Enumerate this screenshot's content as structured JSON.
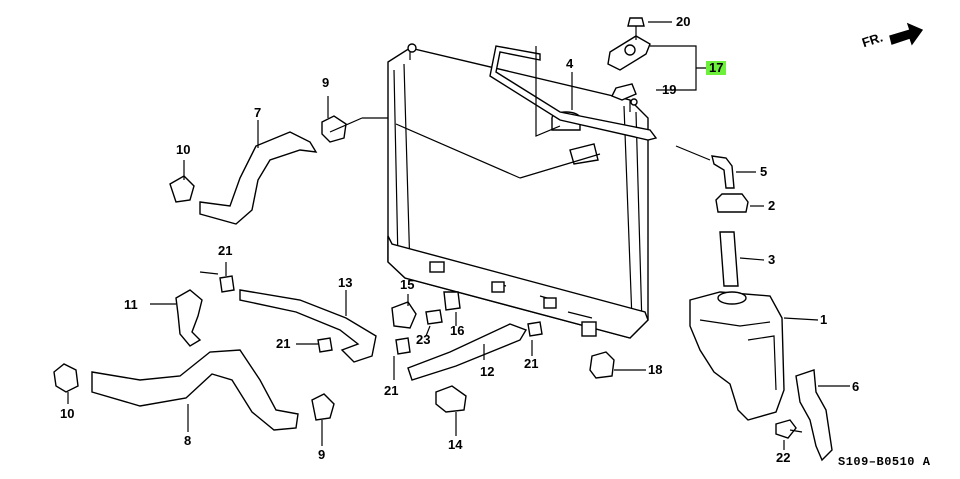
{
  "diagram": {
    "orientation_label": "FR.",
    "drawing_code": "S109–B0510 A",
    "highlight_color": "#6cf03a",
    "callouts": [
      {
        "id": "c20",
        "text": "20"
      },
      {
        "id": "c17",
        "text": "17",
        "highlighted": true
      },
      {
        "id": "c4",
        "text": "4"
      },
      {
        "id": "c19",
        "text": "19"
      },
      {
        "id": "c9a",
        "text": "9"
      },
      {
        "id": "c7",
        "text": "7"
      },
      {
        "id": "c10a",
        "text": "10"
      },
      {
        "id": "c5",
        "text": "5"
      },
      {
        "id": "c2",
        "text": "2"
      },
      {
        "id": "c3",
        "text": "3"
      },
      {
        "id": "c21a",
        "text": "21"
      },
      {
        "id": "c11",
        "text": "11"
      },
      {
        "id": "c13",
        "text": "13"
      },
      {
        "id": "c15",
        "text": "15"
      },
      {
        "id": "c16",
        "text": "16"
      },
      {
        "id": "c1",
        "text": "1"
      },
      {
        "id": "c21b",
        "text": "21"
      },
      {
        "id": "c23",
        "text": "23"
      },
      {
        "id": "c12",
        "text": "12"
      },
      {
        "id": "c21c",
        "text": "21"
      },
      {
        "id": "c18",
        "text": "18"
      },
      {
        "id": "c21d",
        "text": "21"
      },
      {
        "id": "c10b",
        "text": "10"
      },
      {
        "id": "c8",
        "text": "8"
      },
      {
        "id": "c6",
        "text": "6"
      },
      {
        "id": "c14",
        "text": "14"
      },
      {
        "id": "c9b",
        "text": "9"
      },
      {
        "id": "c22",
        "text": "22"
      }
    ]
  }
}
